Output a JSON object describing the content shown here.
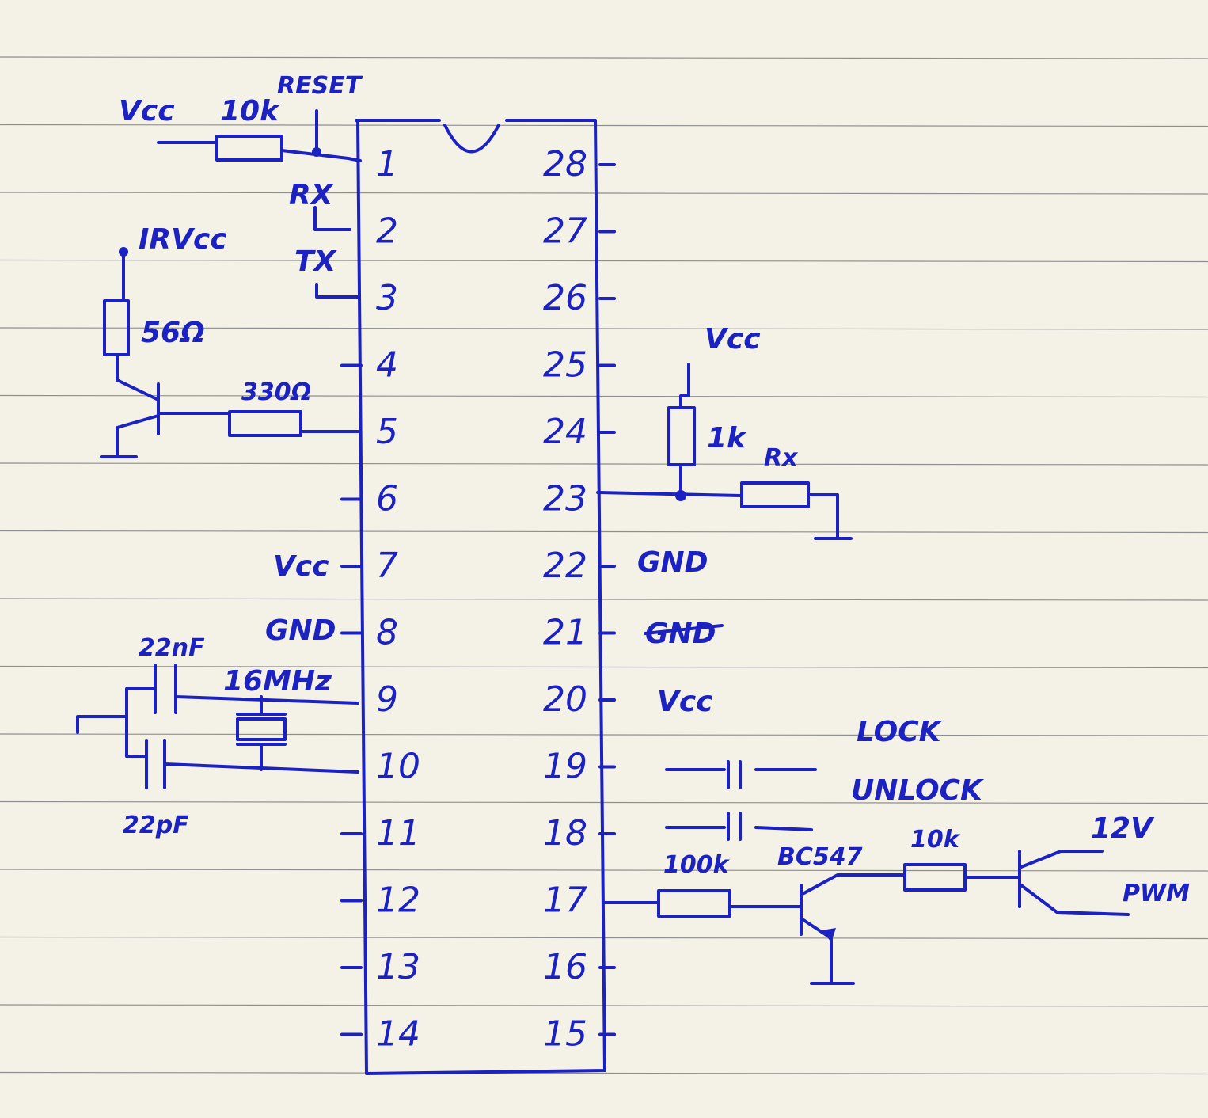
{
  "colors": {
    "paper": "#f4f1e6",
    "rule": "#8e8e8e",
    "ink": "#1c22c2"
  },
  "chip": {
    "left_pins": [
      "1",
      "2",
      "3",
      "4",
      "5",
      "6",
      "7",
      "8",
      "9",
      "10",
      "11",
      "12",
      "13",
      "14"
    ],
    "right_pins": [
      "28",
      "27",
      "26",
      "25",
      "24",
      "23",
      "22",
      "21",
      "20",
      "19",
      "18",
      "17",
      "16",
      "15"
    ]
  },
  "labels": {
    "vcc_reset": "Vcc",
    "r_reset": "10k",
    "reset": "RESET",
    "rx_pin": "RX",
    "tx_pin": "TX",
    "ir_vcc": "IRVcc",
    "r_ir": "56Ω",
    "r_base": "330Ω",
    "vcc_pin7": "Vcc",
    "gnd_pin8": "GND",
    "cap_top": "22nF",
    "crystal": "16MHz",
    "cap_bottom": "22pF",
    "vcc_right_top": "Vcc",
    "r_pull": "1k",
    "r_x": "Rx",
    "gnd_pin22": "GND",
    "gnd_pin21": "GND",
    "vcc_pin20": "Vcc",
    "lock": "LOCK",
    "unlock": "UNLOCK",
    "r_100k": "100k",
    "transistor": "BC547",
    "r_10k_out": "10k",
    "v12": "12V",
    "pwm": "PWM"
  }
}
